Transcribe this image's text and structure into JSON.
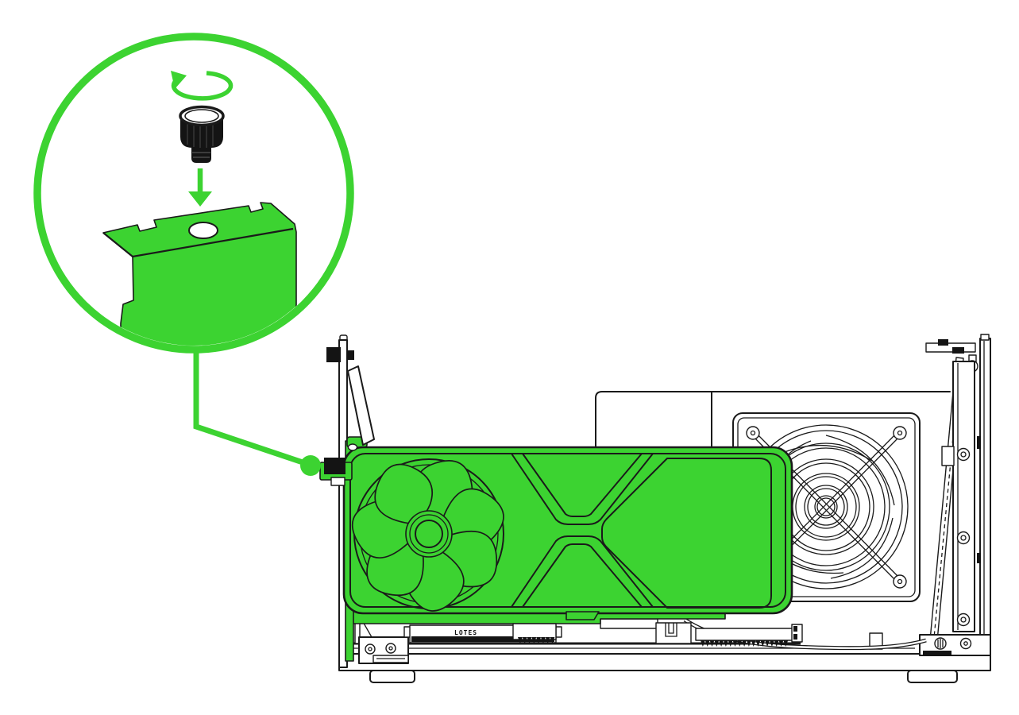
{
  "illustration": {
    "kind": "hardware-installation-step",
    "description": "Graphics card seated in an eGPU enclosure; magnified callout shows a thumbscrew being screwed down into the card's PCI bracket hole",
    "callout": {
      "shows": "thumbscrew tightening into graphics-card bracket",
      "parts": [
        "rotation-arrow",
        "thumbscrew",
        "down-arrow",
        "pci-bracket",
        "bracket-screw-hole"
      ]
    },
    "labels": {
      "slot_brand": "LOTES"
    },
    "colors": {
      "accent_green": "#3CD331",
      "outline": "#1a1a1a",
      "hardware_black": "#141414",
      "background": "#ffffff"
    }
  }
}
